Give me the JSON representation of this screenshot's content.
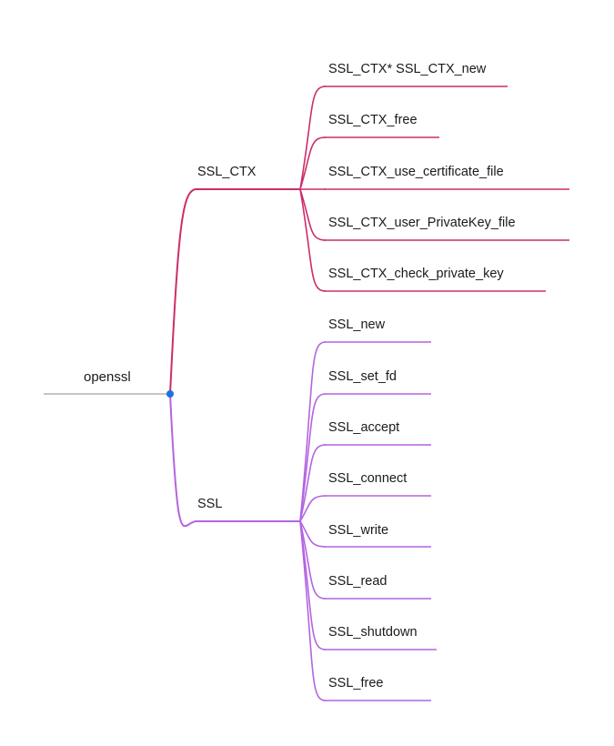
{
  "mindmap": {
    "root": {
      "label": "openssl",
      "line_color": "#c4c4c4",
      "dot_color": "#1f6fe0"
    },
    "branches": [
      {
        "label": "SSL_CTX",
        "color": "#cc2d6a",
        "children": [
          {
            "label": "SSL_CTX* SSL_CTX_new"
          },
          {
            "label": "SSL_CTX_free"
          },
          {
            "label": "SSL_CTX_use_certificate_file"
          },
          {
            "label": "SSL_CTX_user_PrivateKey_file"
          },
          {
            "label": "SSL_CTX_check_private_key"
          }
        ]
      },
      {
        "label": "SSL",
        "color": "#b464e0",
        "children": [
          {
            "label": "SSL_new"
          },
          {
            "label": "SSL_set_fd"
          },
          {
            "label": "SSL_accept"
          },
          {
            "label": "SSL_connect"
          },
          {
            "label": "SSL_write"
          },
          {
            "label": "SSL_read"
          },
          {
            "label": "SSL_shutdown"
          },
          {
            "label": "SSL_free"
          }
        ]
      }
    ]
  }
}
